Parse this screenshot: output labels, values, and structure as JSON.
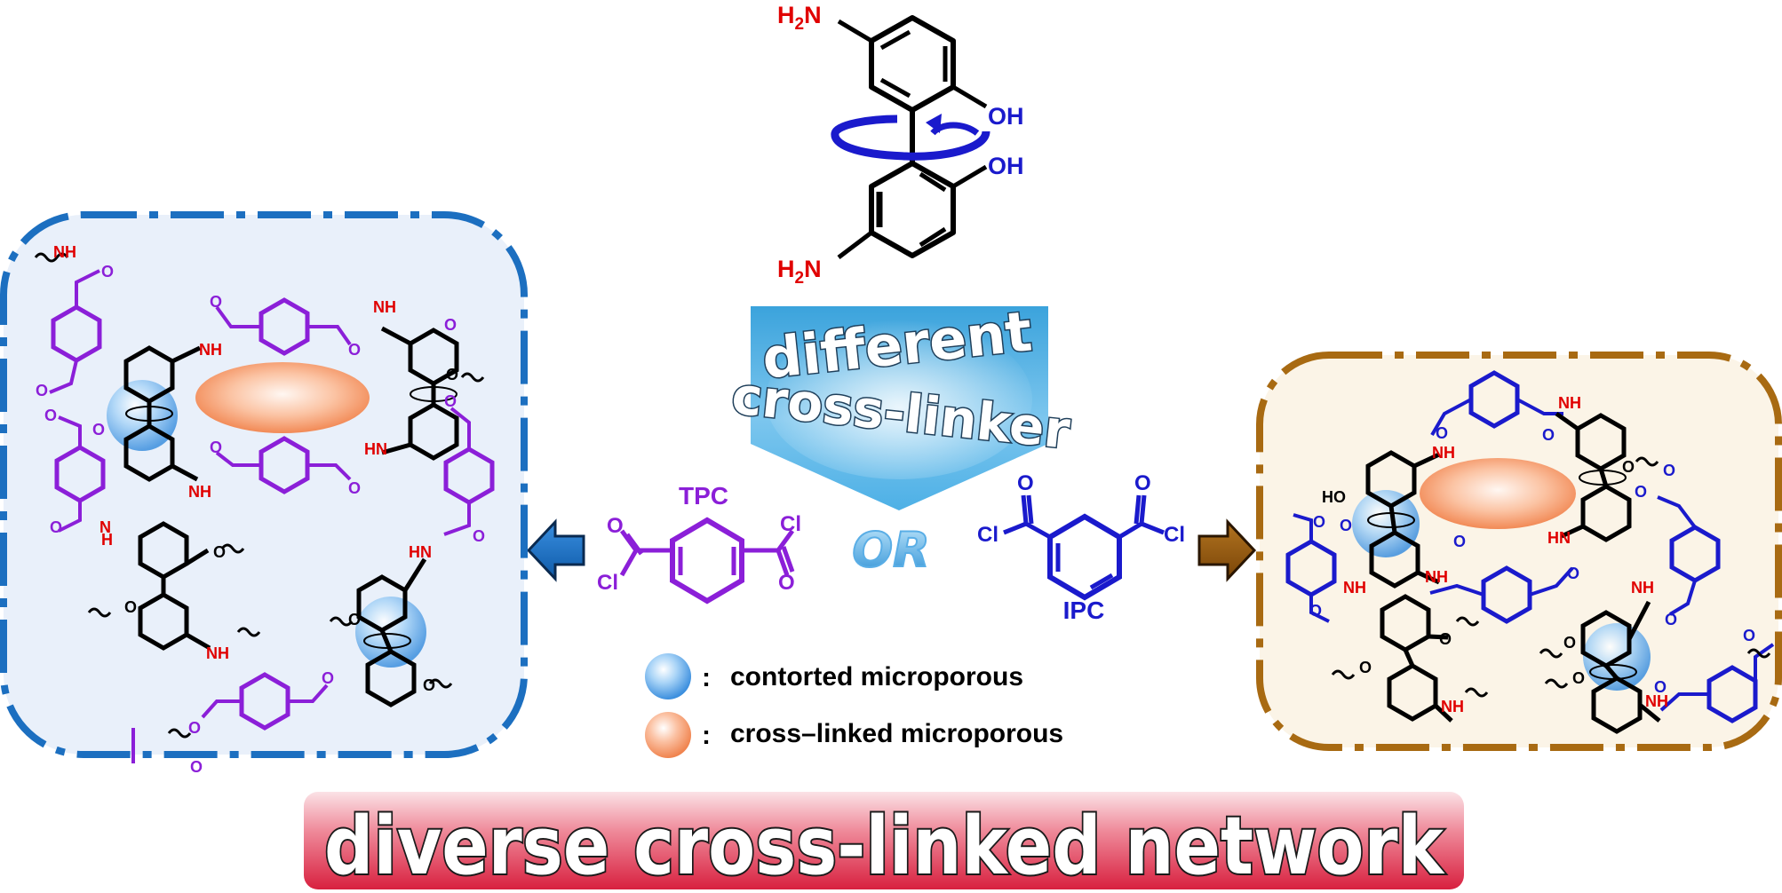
{
  "monomer": {
    "amine_label_top": "H2N",
    "amine_label_bottom": "H2N",
    "hydroxyl_label_1": "OH",
    "hydroxyl_label_2": "OH"
  },
  "arrow_banner": {
    "line1": "different",
    "line2": "cross-linker"
  },
  "connector": "OR",
  "tpc": {
    "name": "TPC",
    "cl_left": "Cl",
    "cl_right": "Cl",
    "o_left": "O",
    "o_right": "O"
  },
  "ipc": {
    "name": "IPC",
    "cl_left": "Cl",
    "cl_right": "Cl",
    "o_left": "O",
    "o_right": "O"
  },
  "legend": {
    "items": [
      {
        "separator": ":",
        "text": "contorted microporous",
        "color": "#3a8fe0"
      },
      {
        "separator": ":",
        "text": "cross–linked microporous",
        "color": "#f08a5d"
      }
    ]
  },
  "atom_labels": {
    "nh": "NH",
    "hn": "HN",
    "n": "N",
    "h": "H",
    "o": "O",
    "ho": "HO"
  },
  "bottom_banner": {
    "text": "diverse cross-linked network"
  },
  "colors": {
    "tpc_purple": "#8b1fd8",
    "ipc_blue": "#1a1acc",
    "amine_red": "#e00000",
    "left_frame": "#1c6fc0",
    "left_fill": "#e9f0fa",
    "right_frame": "#a86a12",
    "right_fill": "#fbf4e7",
    "banner_red": "#e03a55",
    "arrow_blue": "#4aa8e0",
    "arrow_brown": "#9a5a10"
  }
}
